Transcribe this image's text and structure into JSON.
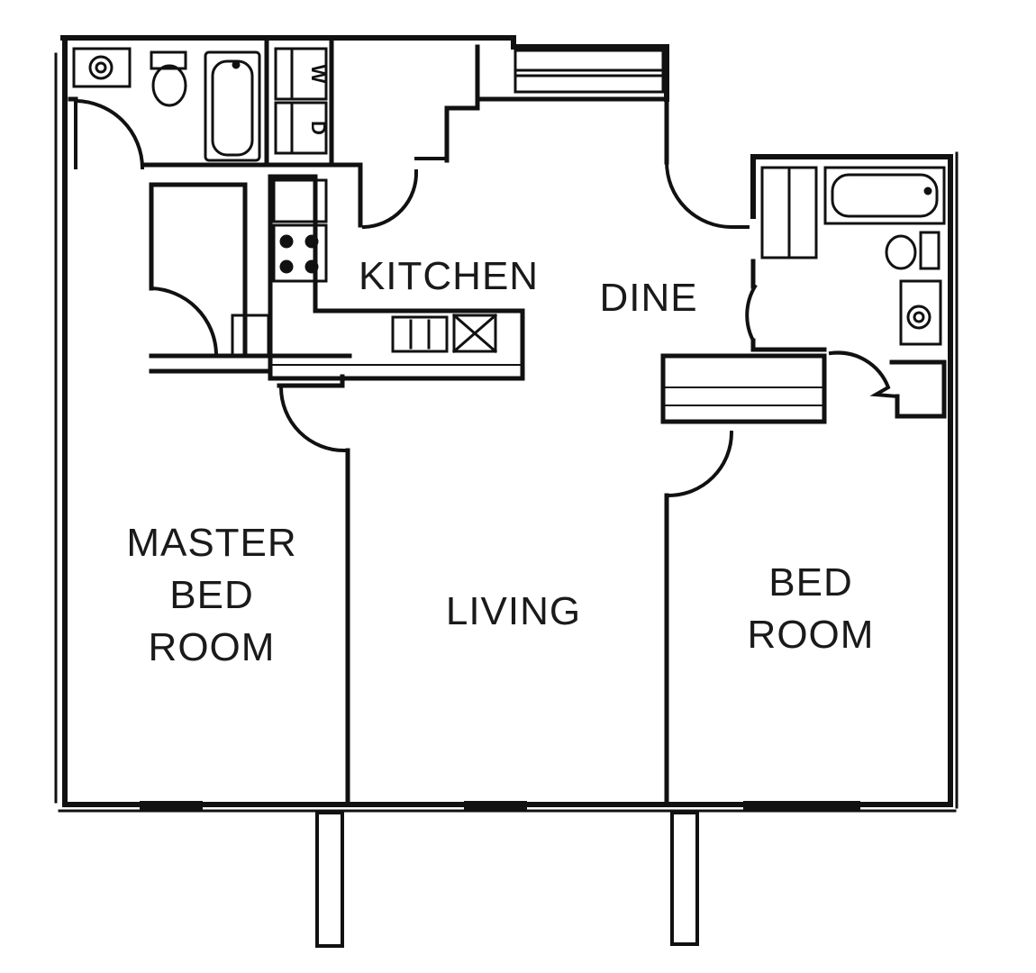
{
  "rooms": {
    "kitchen": "KITCHEN",
    "dine": "DINE",
    "master_bed_room": [
      "MASTER",
      "BED",
      "ROOM"
    ],
    "living": "LIVING",
    "bed_room": [
      "BED",
      "ROOM"
    ]
  },
  "appliances": {
    "washer": "W",
    "dryer": "D"
  },
  "colors": {
    "line": "#111111",
    "background": "#ffffff"
  }
}
